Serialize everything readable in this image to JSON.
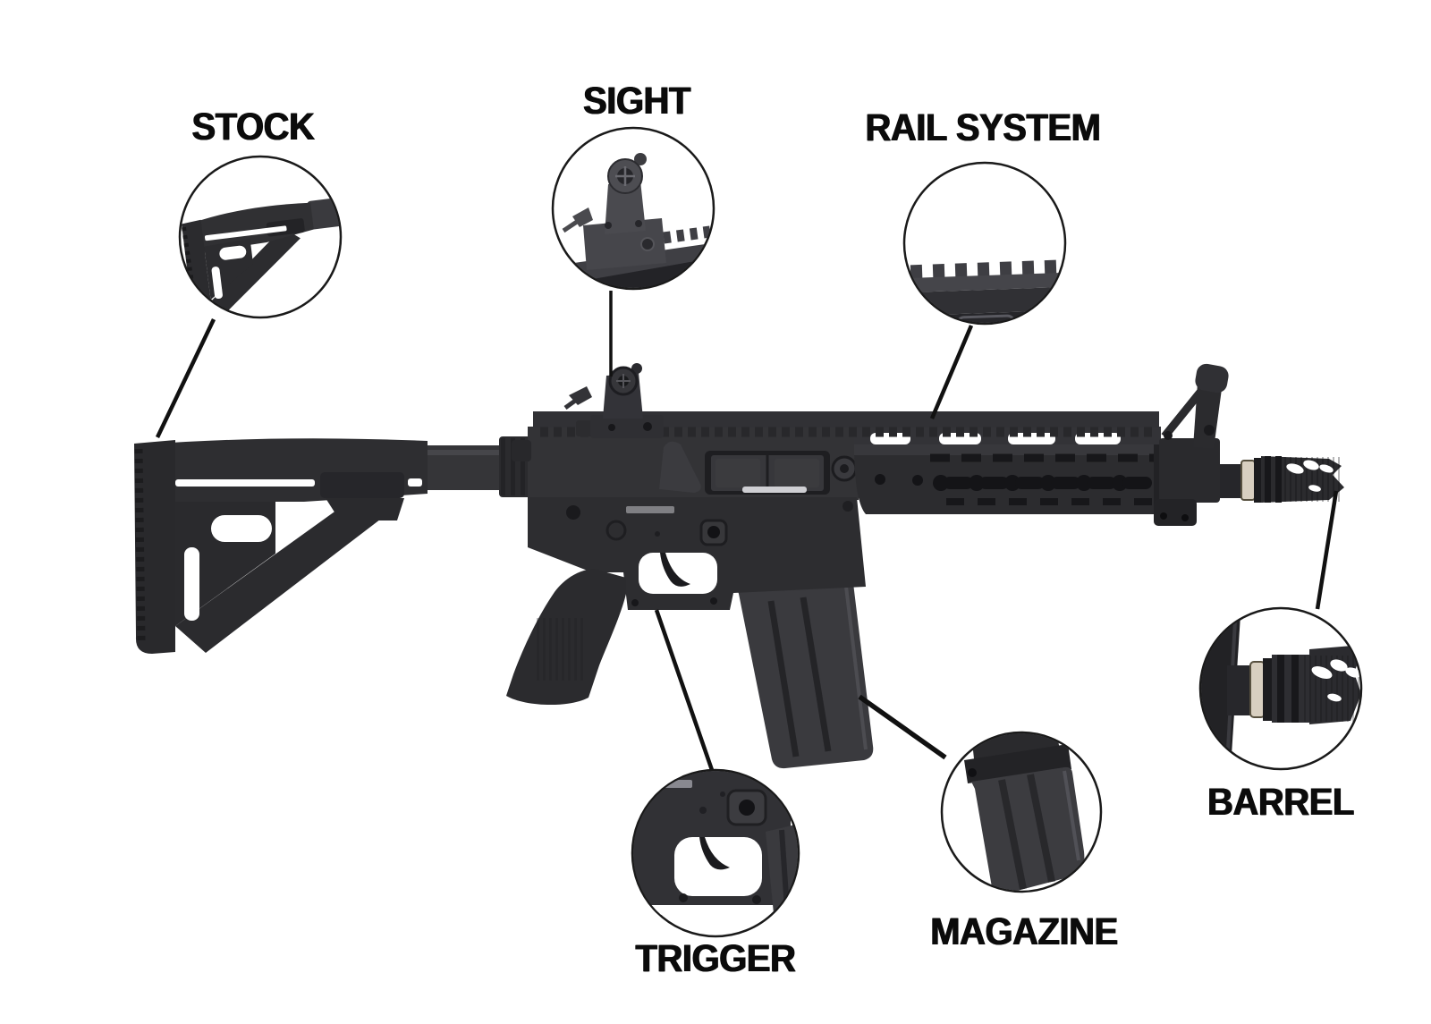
{
  "diagram": {
    "subject": "airsoft rifle parts diagram",
    "background": "#ffffff"
  },
  "parts": {
    "stock": {
      "label": "STOCK"
    },
    "sight": {
      "label": "SIGHT"
    },
    "rail_system": {
      "label": "RAIL SYSTEM"
    },
    "trigger": {
      "label": "TRIGGER"
    },
    "magazine": {
      "label": "MAGAZINE"
    },
    "barrel": {
      "label": "BARREL"
    }
  },
  "colors": {
    "label_text": "#0b0b0b",
    "callout_outline": "#1a1a1a",
    "leader_line": "#111111",
    "gun_darkest": "#18181b",
    "gun_dark": "#232326",
    "gun_mid": "#2d2d30",
    "gun_light": "#3a3a3e",
    "muzzle_ring": "#d8cfc0",
    "glint": "#cfcfd3"
  }
}
